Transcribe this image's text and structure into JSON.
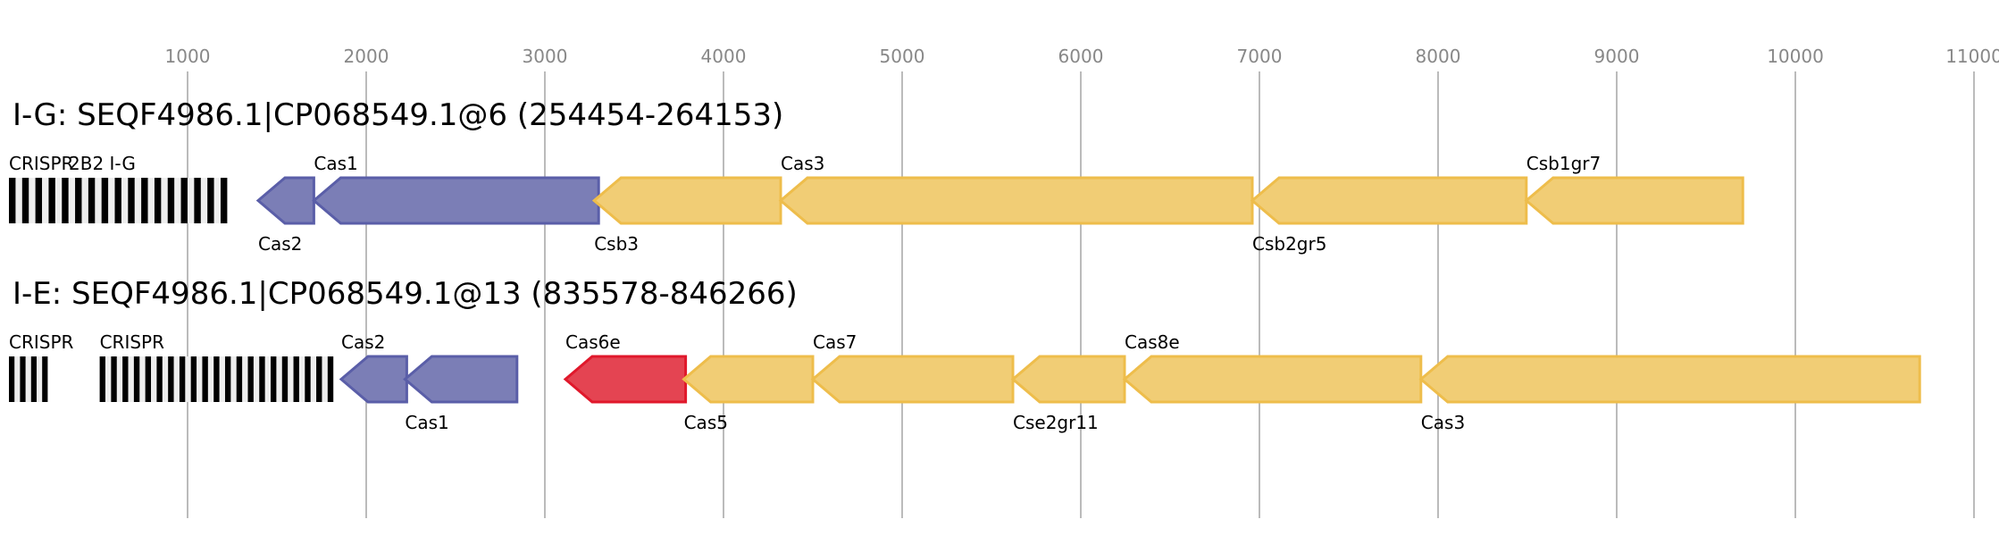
{
  "axis": {
    "ticks": [
      1000,
      2000,
      3000,
      4000,
      5000,
      6000,
      7000,
      8000,
      9000,
      10000,
      11000
    ],
    "range_bp": [
      0,
      11000
    ]
  },
  "colors": {
    "blue_fill": "#7b7eb6",
    "blue_stroke": "#5a5ea8",
    "yellow_fill": "#f1cd75",
    "yellow_stroke": "#eebd4b",
    "red_fill": "#e44452",
    "red_stroke": "#e0182b",
    "crispr_repeat": "#000000",
    "crispr_spacer": "#eeeeee"
  },
  "tracks": [
    {
      "title": "I-G: SEQF4986.1|CP068549.1@6 (254454-264153)",
      "crisprs": [
        {
          "start": 0,
          "end": 1222,
          "repeats": 17,
          "labels": [
            "CRISPR",
            "2B2 I-G"
          ]
        }
      ],
      "genes": [
        {
          "name": "Cas2",
          "start": 1395,
          "end": 1707,
          "color": "blue",
          "label_pos": "bottom"
        },
        {
          "name": "Cas1",
          "start": 1707,
          "end": 3301,
          "color": "blue",
          "label_pos": "top"
        },
        {
          "name": "Csb3",
          "start": 3276,
          "end": 4320,
          "color": "yellow",
          "label_pos": "bottom"
        },
        {
          "name": "Cas3",
          "start": 4320,
          "end": 6960,
          "color": "yellow",
          "label_pos": "top"
        },
        {
          "name": "Csb2gr5",
          "start": 6960,
          "end": 8494,
          "color": "yellow",
          "label_pos": "bottom"
        },
        {
          "name": "Csb1gr7",
          "start": 8494,
          "end": 9706,
          "color": "yellow",
          "label_pos": "top"
        }
      ]
    },
    {
      "title": "I-E: SEQF4986.1|CP068549.1@13 (835578-846266)",
      "crisprs": [
        {
          "start": 0,
          "end": 217,
          "repeats": 4,
          "labels": [
            "CRISPR"
          ]
        },
        {
          "start": 508,
          "end": 1816,
          "repeats": 21,
          "labels": [
            "CRISPR"
          ]
        }
      ],
      "genes": [
        {
          "name": "Cas2",
          "start": 1860,
          "end": 2227,
          "color": "blue",
          "label_pos": "top"
        },
        {
          "name": "Cas1",
          "start": 2217,
          "end": 2844,
          "color": "blue",
          "label_pos": "bottom"
        },
        {
          "name": "Cas6e",
          "start": 3115,
          "end": 3788,
          "color": "red",
          "label_pos": "top"
        },
        {
          "name": "Cas5",
          "start": 3778,
          "end": 4500,
          "color": "yellow",
          "label_pos": "bottom"
        },
        {
          "name": "Cas7",
          "start": 4500,
          "end": 5620,
          "color": "yellow",
          "label_pos": "top"
        },
        {
          "name": "Cse2gr11",
          "start": 5620,
          "end": 6245,
          "color": "yellow",
          "label_pos": "bottom"
        },
        {
          "name": "Cas8e",
          "start": 6245,
          "end": 7904,
          "color": "yellow",
          "label_pos": "top"
        },
        {
          "name": "Cas3",
          "start": 7904,
          "end": 10696,
          "color": "yellow",
          "label_pos": "bottom"
        }
      ]
    }
  ]
}
